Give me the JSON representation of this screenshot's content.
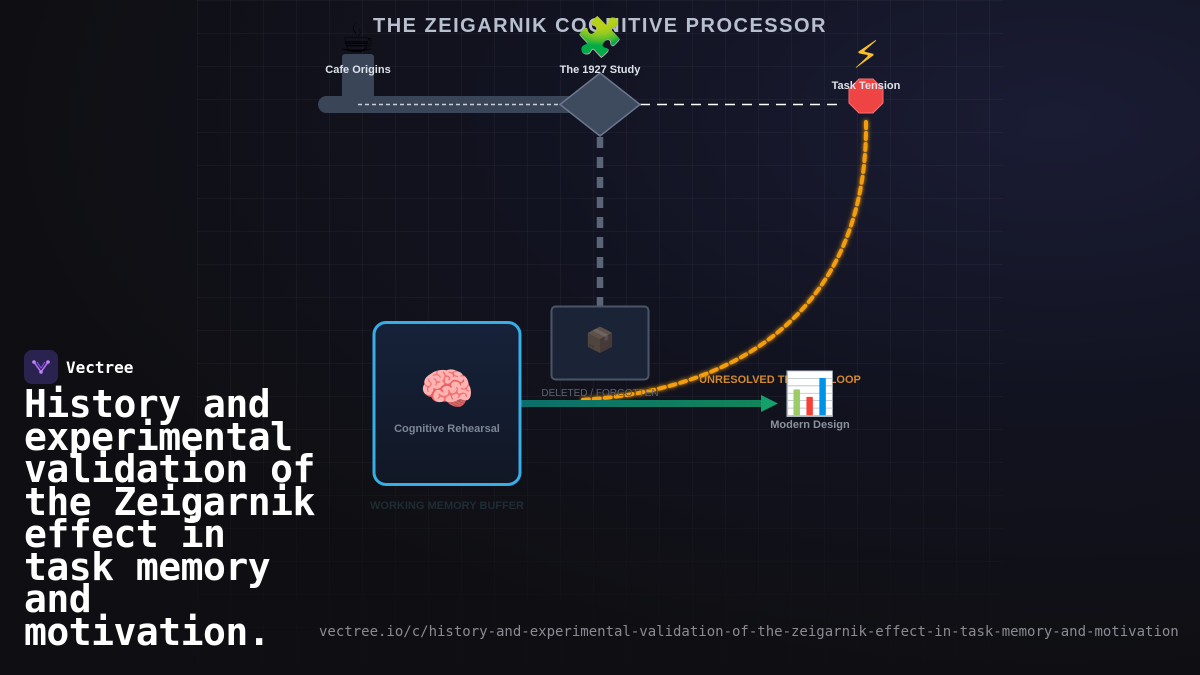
{
  "diagram": {
    "title": "THE ZEIGARNIK COGNITIVE PROCESSOR",
    "nodes": {
      "cafe": {
        "icon": "hot-beverage-icon",
        "glyph": "☕",
        "label": "Cafe Origins"
      },
      "study": {
        "icon": "puzzle-piece-icon",
        "glyph": "🧩",
        "label": "The 1927 Study"
      },
      "tension": {
        "icon": "lightning-icon",
        "glyph": "⚡",
        "label": "Task Tension"
      },
      "rehearsal": {
        "icon": "brain-icon",
        "glyph": "🧠",
        "label": "Cognitive Rehearsal",
        "caption": "WORKING MEMORY BUFFER"
      },
      "forgotten": {
        "icon": "package-icon",
        "glyph": "📦",
        "label": "DELETED / FORGOTTEN"
      },
      "design": {
        "icon": "bar-chart-icon",
        "glyph": "📊",
        "label": "Modern Design"
      }
    },
    "loop_label": "UNRESOLVED TENSION LOOP",
    "colors": {
      "pipe": "#3a4558",
      "stream": "#38bdf8",
      "stop": "#ef4444",
      "loop": "#f59e0b",
      "output": "#0f8a5f",
      "rehearsal_border": "#38aee6"
    }
  },
  "overlay": {
    "brand": "Vectree",
    "title": "History and experimental validation of the Zeigarnik effect in task memory and motivation.",
    "url": "vectree.io/c/history-and-experimental-validation-of-the-zeigarnik-effect-in-task-memory-and-motivation"
  }
}
